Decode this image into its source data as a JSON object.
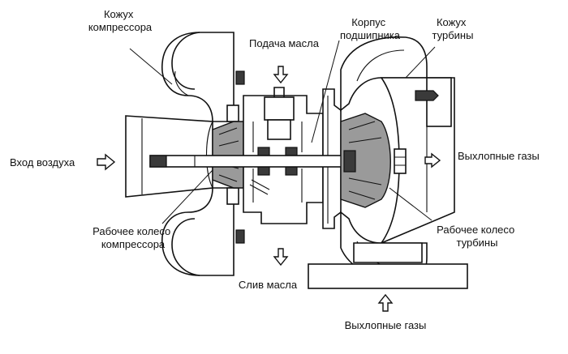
{
  "labels": {
    "compressor_housing": [
      "Кожух",
      "компрессора"
    ],
    "oil_supply": "Подача масла",
    "bearing_housing": [
      "Корпус",
      "подшипника"
    ],
    "turbine_housing": [
      "Кожух",
      "турбины"
    ],
    "air_inlet": "Вход воздуха",
    "exhaust_out": "Выхлопные газы",
    "compressor_wheel": [
      "Рабочее колесо",
      "компрессора"
    ],
    "turbine_wheel": [
      "Рабочее колесо",
      "турбины"
    ],
    "oil_drain": "Слив масла",
    "exhaust_in": "Выхлопные газы"
  }
}
